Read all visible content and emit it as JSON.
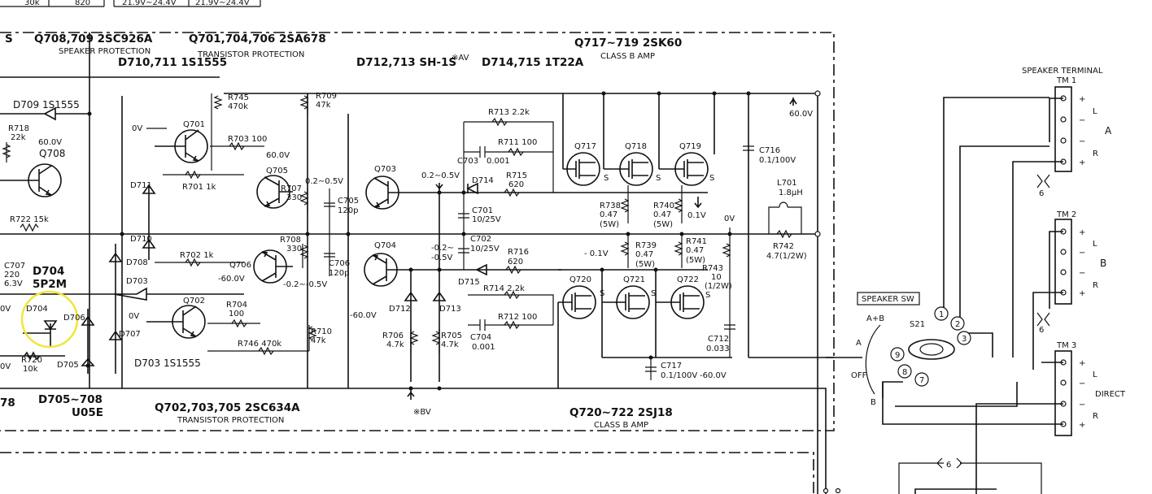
{
  "header": {
    "top_left_a": "30k",
    "top_left_b": "820",
    "top_volt_a": "21.9V∼24.4V",
    "top_volt_b": "21.9V∼24.4V",
    "s_label": "S",
    "q708_709": "Q708,709 2SC926A",
    "speaker_protection": "SPEAKER PROTECTION",
    "q701_706": "Q701,704,706 2SA678",
    "transistor_protection_top": "TRANSISTOR PROTECTION",
    "d710_711": "D710,711 1S1555",
    "d712_713": "D712,713 SH-1S",
    "av_mark": "※AV",
    "d714_715": "D714,715 1T22A",
    "q717_719": "Q717∼719 2SK60",
    "class_b_top": "CLASS B AMP"
  },
  "footer": {
    "n78": "78",
    "d705_708": "D705∼708",
    "u05e": "U05E",
    "q702_705": "Q702,703,705 2SC634A",
    "transistor_protection_bottom": "TRANSISTOR PROTECTION",
    "bv_mark": "※BV",
    "q720_722": "Q720∼722 2SJ18",
    "class_b_bottom": "CLASS B AMP"
  },
  "transistors": {
    "q701": "Q701",
    "q702": "Q702",
    "q703": "Q703",
    "q704": "Q704",
    "q705": "Q705",
    "q706": "Q706",
    "q708": "Q708",
    "q717": "Q717",
    "q718": "Q718",
    "q719": "Q719",
    "q720": "Q720",
    "q721": "Q721",
    "q722": "Q722"
  },
  "diodes": {
    "d703": "D703",
    "d703_bottom": "D703 1S1555",
    "d704": "D704",
    "d704_big": "D704",
    "d704_part": "5P2M",
    "d705": "D705",
    "d706": "D706",
    "d707": "D707",
    "d708": "D708",
    "d709": "D709 1S1555",
    "d710": "D710",
    "d711": "D711",
    "d712": "D712",
    "d713": "D713",
    "d714": "D714",
    "d715": "D715"
  },
  "resistors": {
    "r701": "R701 1k",
    "r702": "R702 1k",
    "r703": "R703 100",
    "r704_a": "R704",
    "r704_b": "100",
    "r705_a": "R705",
    "r705_b": "4.7k",
    "r706_a": "R706",
    "r706_b": "4.7k",
    "r707_a": "R707",
    "r707_b": "330",
    "r708_a": "R708",
    "r708_b": "330",
    "r709_a": "R709",
    "r709_b": "47k",
    "r710_a": "R710",
    "r710_b": "47k",
    "r711": "R711 100",
    "r712": "R712 100",
    "r713": "R713 2.2k",
    "r714": "R714 2.2k",
    "r715_a": "R715",
    "r715_b": "620",
    "r716_a": "R716",
    "r716_b": "620",
    "r718_a": "R718",
    "r718_b": "22k",
    "r720_a": "R720",
    "r720_b": "10k",
    "r722": "R722 15k",
    "r738_a": "R738",
    "r738_b": "0.47",
    "r738_c": "(5W)",
    "r739_a": "R739",
    "r739_b": "0.47",
    "r739_c": "(5W)",
    "r740_a": "R740",
    "r740_b": "0.47",
    "r740_c": "(5W)",
    "r741_a": "R741",
    "r741_b": "0.47",
    "r741_c": "(5W)",
    "r742_a": "R742",
    "r742_b": "4.7(1/2W)",
    "r743_a": "R743",
    "r743_b": "10",
    "r743_c": "(1/2W)",
    "r745_a": "R745",
    "r745_b": "470k",
    "r746": "R746 470k"
  },
  "capacitors": {
    "c701_a": "C701",
    "c701_b": "10/25V",
    "c702_a": "C702",
    "c702_b": "10/25V",
    "c703_a": "C703",
    "c703_b": "0.001",
    "c704_a": "C704",
    "c704_b": "0.001",
    "c705_a": "C705",
    "c705_b": "120p",
    "c706_a": "C706",
    "c706_b": "120p",
    "c707_a": "C707",
    "c707_b": "220",
    "c707_c": "6.3V",
    "c712_a": "C712",
    "c712_b": "0.033",
    "c716_a": "C716",
    "c716_b": "0.1/100V",
    "c717_a": "C717",
    "c717_b": "0.1/100V"
  },
  "voltages": {
    "v_0v_a": "0V",
    "v_0v_b": "0V",
    "v_0v_c": "0V",
    "v_0v_left": "0V",
    "v_0v_left2": "0V",
    "v_60_q708": "60.0V",
    "v_60_q705": "60.0V",
    "v_02_05_a": "0.2∼0.5V",
    "v_02_05_b": "0.2∼0.5V",
    "v_neg02_05_a": "-0.2∼-0.5V",
    "v_neg02_05_b": "-0.2∼",
    "v_neg02_05_c": "-0.5V",
    "v_neg60_q706": "-60.0V",
    "v_neg60_q704": "-60.0V",
    "v_neg01": "- 0.1V",
    "v_01": "0.1V",
    "v_60_rail": "60.0V",
    "v_neg60_c717": "-60.0V"
  },
  "output": {
    "l701_a": "L701",
    "l701_b": "1.8μH",
    "speaker_terminal": "SPEAKER TERMINAL",
    "tm1": "TM 1",
    "tm2": "TM 2",
    "tm3": "TM 3",
    "group_a": "A",
    "group_b": "B",
    "direct": "DIRECT",
    "ch_l": "L",
    "ch_r": "R",
    "plus": "+",
    "minus": "−",
    "wire6": "6"
  },
  "speaker_switch": {
    "title": "SPEAKER SW",
    "s21": "S21",
    "pos_ab": "A+B",
    "pos_a": "A",
    "pos_off": "OFF",
    "pos_b": "B",
    "pins": [
      "1",
      "2",
      "3",
      "7",
      "8",
      "9"
    ]
  }
}
